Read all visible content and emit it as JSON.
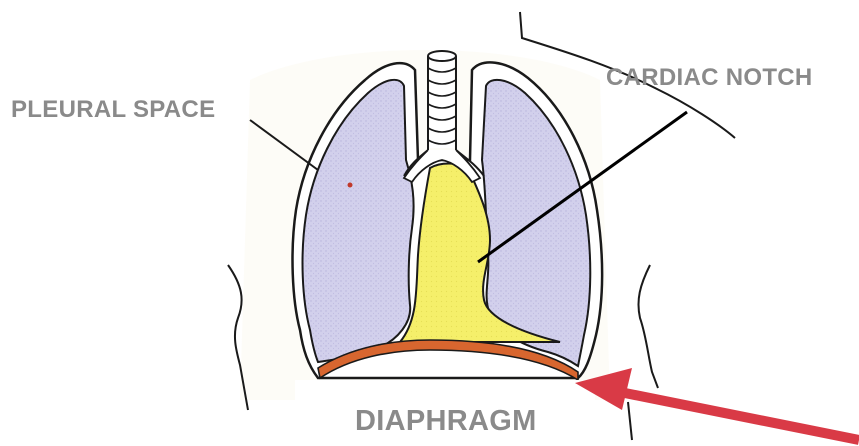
{
  "labels": {
    "pleural_space": "PLEURAL SPACE",
    "cardiac_notch": "CARDIAC NOTCH",
    "diaphragm": "DIAPHRAGM"
  },
  "colors": {
    "lung_fill": "#d2d0ec",
    "heart_fill": "#f5ef6a",
    "diaphragm_band": "#d8662f",
    "outline": "#1a1a1a",
    "label_text": "#8a8a8a",
    "arrow_red": "#d93a46"
  }
}
